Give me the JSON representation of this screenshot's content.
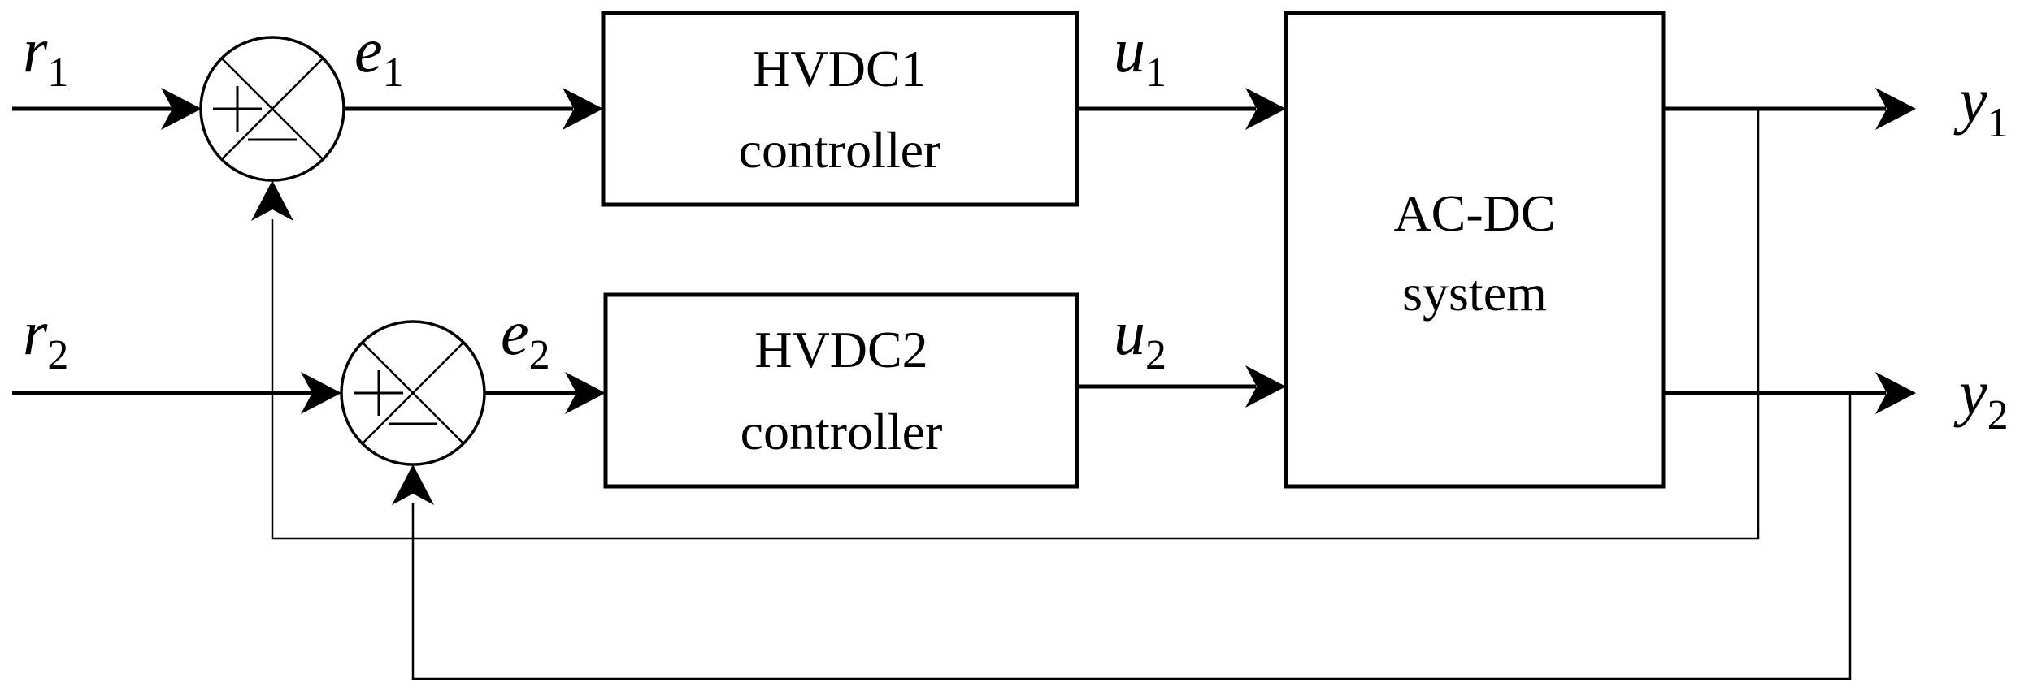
{
  "blocks": {
    "hvdc1": {
      "line1": "HVDC1",
      "line2": "controller"
    },
    "hvdc2": {
      "line1": "HVDC2",
      "line2": "controller"
    },
    "acdc": {
      "line1": "AC-DC",
      "line2": "system"
    }
  },
  "signals": {
    "r1": {
      "symbol": "r",
      "index": "1"
    },
    "r2": {
      "symbol": "r",
      "index": "2"
    },
    "e1": {
      "symbol": "e",
      "index": "1"
    },
    "e2": {
      "symbol": "e",
      "index": "2"
    },
    "u1": {
      "symbol": "u",
      "index": "1"
    },
    "u2": {
      "symbol": "u",
      "index": "2"
    },
    "y1": {
      "symbol": "y",
      "index": "1"
    },
    "y2": {
      "symbol": "y",
      "index": "2"
    }
  }
}
